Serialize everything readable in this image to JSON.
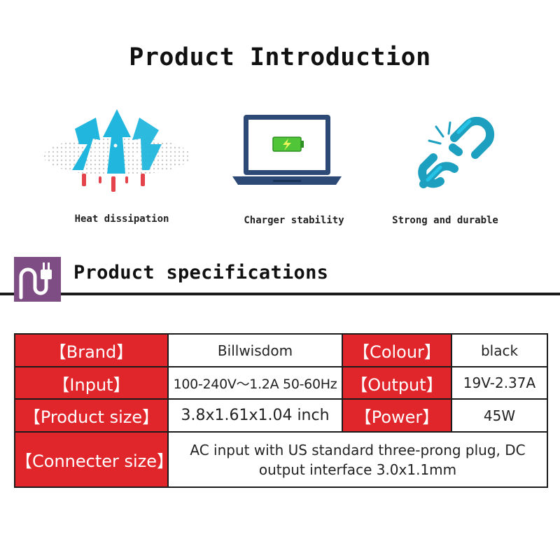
{
  "title": "Product Introduction",
  "features": [
    {
      "label": "Heat dissipation",
      "icon": "heat-dissipation-icon"
    },
    {
      "label": "Charger stability",
      "icon": "laptop-battery-icon"
    },
    {
      "label": "Strong and durable",
      "icon": "chain-link-icon"
    }
  ],
  "specs_title": "Product specifications",
  "specs_icon": "plug-cable-icon",
  "colors": {
    "label_bg": "#e0262b",
    "icon_box": "#7d4d84",
    "accent_cyan": "#1fb3d8",
    "battery_green": "#5bd13a"
  },
  "specs": {
    "brand_label": "【Brand】",
    "brand_value": "Billwisdom",
    "colour_label": "【Colour】",
    "colour_value": "black",
    "input_label": "【Input】",
    "input_value": "100-240V～1.2A 50-60Hz",
    "output_label": "【Output】",
    "output_value": "19V-2.37A",
    "size_label": "【Product size】",
    "size_value": "3.8x1.61x1.04 inch",
    "power_label": "【Power】",
    "power_value": "45W",
    "connecter_label": "【Connecter size】",
    "connecter_value_line1": "AC input with US standard three-prong plug, DC",
    "connecter_value_line2": "output interface 3.0x1.1mm"
  }
}
